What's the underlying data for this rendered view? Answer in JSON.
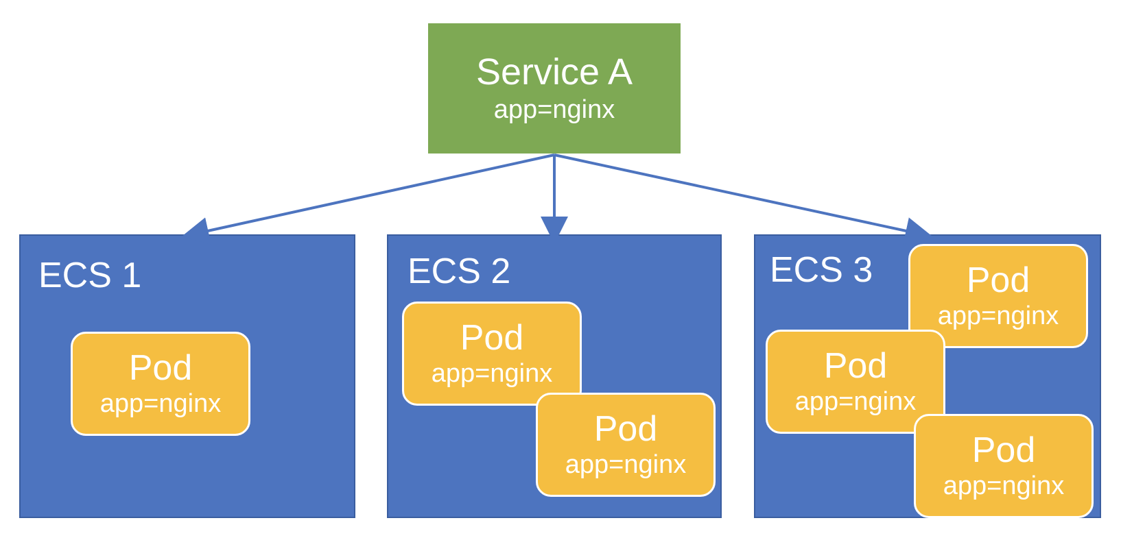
{
  "service": {
    "title": "Service A",
    "label": "app=nginx"
  },
  "nodes": [
    {
      "title": "ECS 1",
      "pods": [
        {
          "title": "Pod",
          "label": "app=nginx"
        }
      ]
    },
    {
      "title": "ECS 2",
      "pods": [
        {
          "title": "Pod",
          "label": "app=nginx"
        },
        {
          "title": "Pod",
          "label": "app=nginx"
        }
      ]
    },
    {
      "title": "ECS 3",
      "pods": [
        {
          "title": "Pod",
          "label": "app=nginx"
        },
        {
          "title": "Pod",
          "label": "app=nginx"
        },
        {
          "title": "Pod",
          "label": "app=nginx"
        }
      ]
    }
  ],
  "colors": {
    "service_fill": "#7ea954",
    "node_fill": "#4d74bf",
    "pod_fill": "#f5be41",
    "arrow": "#4d74bf",
    "text": "#ffffff"
  }
}
